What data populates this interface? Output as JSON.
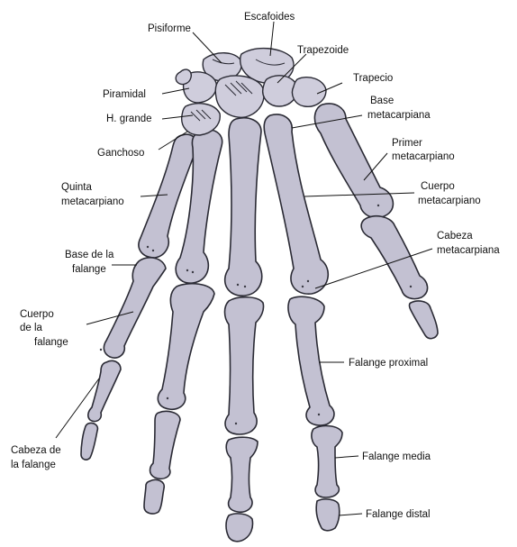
{
  "labels": {
    "pisiforme": "Pisiforme",
    "escafoides": "Escafoides",
    "trapezoide": "Trapezoide",
    "trapecio": "Trapecio",
    "piramidal": "Piramidal",
    "h_grande": "H. grande",
    "base_metacarpiana_1": "Base",
    "base_metacarpiana_2": "metacarpiana",
    "primer_metacarpiano_1": "Primer",
    "primer_metacarpiano_2": "metacarpiano",
    "ganchoso": "Ganchoso",
    "quinta_metacarpiano_1": "Quinta",
    "quinta_metacarpiano_2": "metacarpiano",
    "cuerpo_metacarpiano_1": "Cuerpo",
    "cuerpo_metacarpiano_2": "metacarpiano",
    "cabeza_metacarpiana_1": "Cabeza",
    "cabeza_metacarpiana_2": "metacarpiana",
    "base_falange_1": "Base de la",
    "base_falange_2": "falange",
    "cuerpo_falange_1": "Cuerpo",
    "cuerpo_falange_2": "de la",
    "cuerpo_falange_3": "falange",
    "falange_proximal": "Falange proximal",
    "cabeza_falange_1": "Cabeza de",
    "cabeza_falange_2": "la falange",
    "falange_media": "Falange media",
    "falange_distal": "Falange distal"
  },
  "colors": {
    "bone_fill": "#c3c1d2",
    "outline": "#2a2a34",
    "background": "#ffffff"
  }
}
